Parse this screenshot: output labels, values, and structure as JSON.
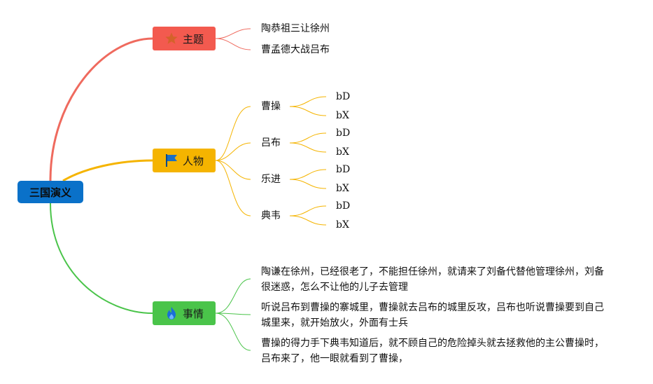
{
  "root": {
    "label": "三国演义",
    "color": "#0a71c9"
  },
  "branches": {
    "theme": {
      "label": "主题",
      "icon": "star-icon",
      "color": "#f35a4f",
      "items": [
        "陶恭祖三让徐州",
        "曹孟德大战吕布"
      ]
    },
    "people": {
      "label": "人物",
      "icon": "flag-icon",
      "color": "#f5b400",
      "items": [
        {
          "name": "曹操",
          "children": [
            "bD",
            "bX"
          ]
        },
        {
          "name": "吕布",
          "children": [
            "bD",
            "bX"
          ]
        },
        {
          "name": "乐进",
          "children": [
            "bD",
            "bX"
          ]
        },
        {
          "name": "典韦",
          "children": [
            "bD",
            "bX"
          ]
        }
      ]
    },
    "events": {
      "label": "事情",
      "icon": "fire-icon",
      "color": "#4ac44a",
      "items": [
        "陶谦在徐州，已经很老了，不能担任徐州，就请来了刘备代替他管理徐州，刘备很迷惑，怎么不让他的儿子去管理",
        "听说吕布到曹操的寨城里，曹操就去吕布的城里反攻，吕布也听说曹操要到自己城里来，就开始放火，外面有士兵",
        "曹操的得力手下典韦知道后，就不顾自己的危险掉头就去拯救他的主公曹操时，吕布来了，他一眼就看到了曹操，"
      ]
    }
  }
}
